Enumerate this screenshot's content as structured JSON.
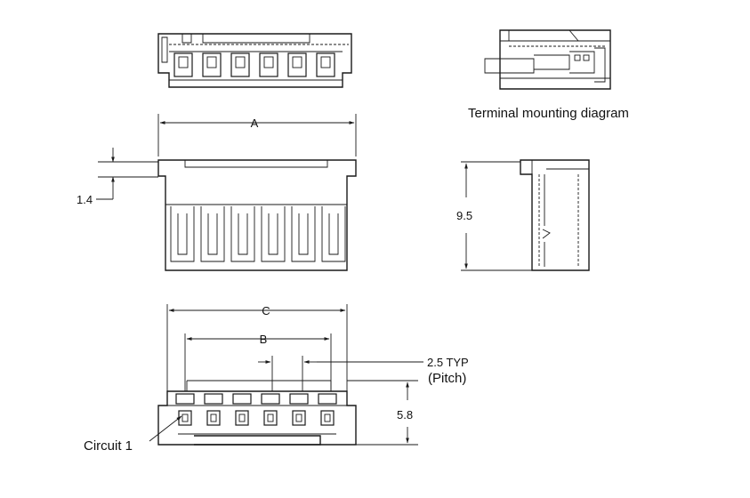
{
  "labels": {
    "terminal_mounting": "Terminal mounting diagram",
    "dim_a": "A",
    "dim_b": "B",
    "dim_c": "C",
    "dim_1_4": "1.4",
    "dim_9_5": "9.5",
    "dim_5_8": "5.8",
    "pitch_typ": "2.5 TYP",
    "pitch": "(Pitch)",
    "circuit_1": "Circuit 1"
  }
}
